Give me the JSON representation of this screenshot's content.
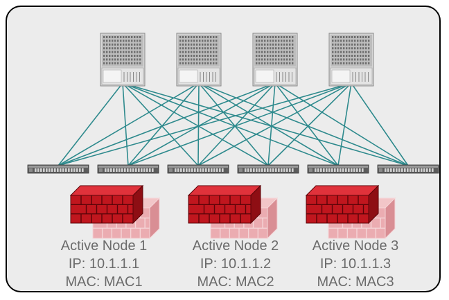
{
  "diagram": {
    "spines": [
      {
        "icon": "chassis-switch-icon"
      },
      {
        "icon": "chassis-switch-icon"
      },
      {
        "icon": "chassis-switch-icon"
      },
      {
        "icon": "chassis-switch-icon"
      }
    ],
    "leaves": [
      {
        "icon": "leaf-switch-icon"
      },
      {
        "icon": "leaf-switch-icon"
      },
      {
        "icon": "leaf-switch-icon"
      },
      {
        "icon": "leaf-switch-icon"
      },
      {
        "icon": "leaf-switch-icon"
      },
      {
        "icon": "leaf-switch-icon"
      }
    ],
    "link_color": "#2e8a8d",
    "firewall_primary_color": "#c0161e",
    "firewall_standby_color": "#e8a8ac",
    "nodes": [
      {
        "name": "Active Node 1",
        "ip": "IP: 10.1.1.1",
        "mac": "MAC: MAC1",
        "icon": "firewall-icon"
      },
      {
        "name": "Active Node 2",
        "ip": "IP: 10.1.1.2",
        "mac": "MAC: MAC2",
        "icon": "firewall-icon"
      },
      {
        "name": "Active Node 3",
        "ip": "IP: 10.1.1.3",
        "mac": "MAC: MAC3",
        "icon": "firewall-icon"
      }
    ]
  }
}
